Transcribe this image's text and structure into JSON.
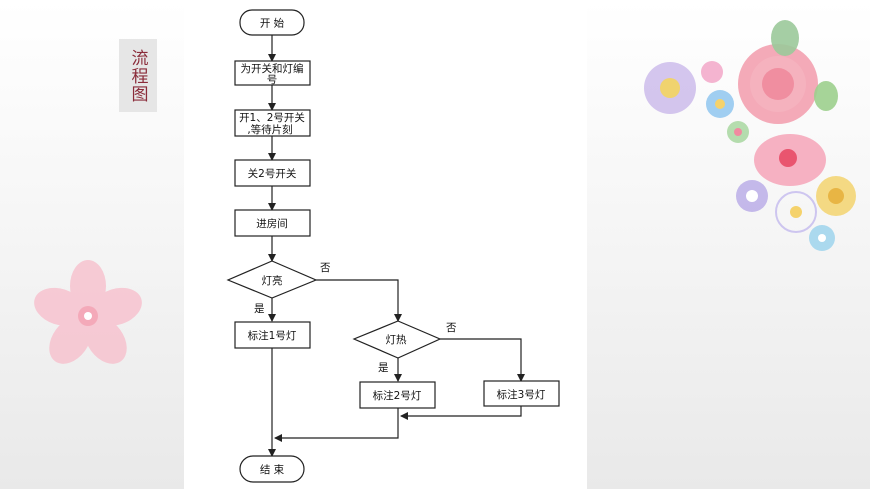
{
  "side_title": "流程图",
  "flowchart": {
    "start": "开 始",
    "step_number": [
      "为开关和灯编",
      "号"
    ],
    "step_switch": [
      "开1、2号开关",
      ",等待片刻"
    ],
    "step_close2": "关2号开关",
    "step_enter": "进房间",
    "decision_light_on": "灯亮",
    "mark_1": "标注1号灯",
    "decision_light_hot": "灯热",
    "mark_2": "标注2号灯",
    "mark_3": "标注3号灯",
    "end": "结 束",
    "yes_label": "是",
    "no_label": "否"
  },
  "colors": {
    "title_text": "#8b2c3a",
    "title_bg": "#e6e6e6",
    "line": "#222222"
  },
  "decorations": [
    "cherry-blossom-icon",
    "flower-bouquet-icon"
  ]
}
